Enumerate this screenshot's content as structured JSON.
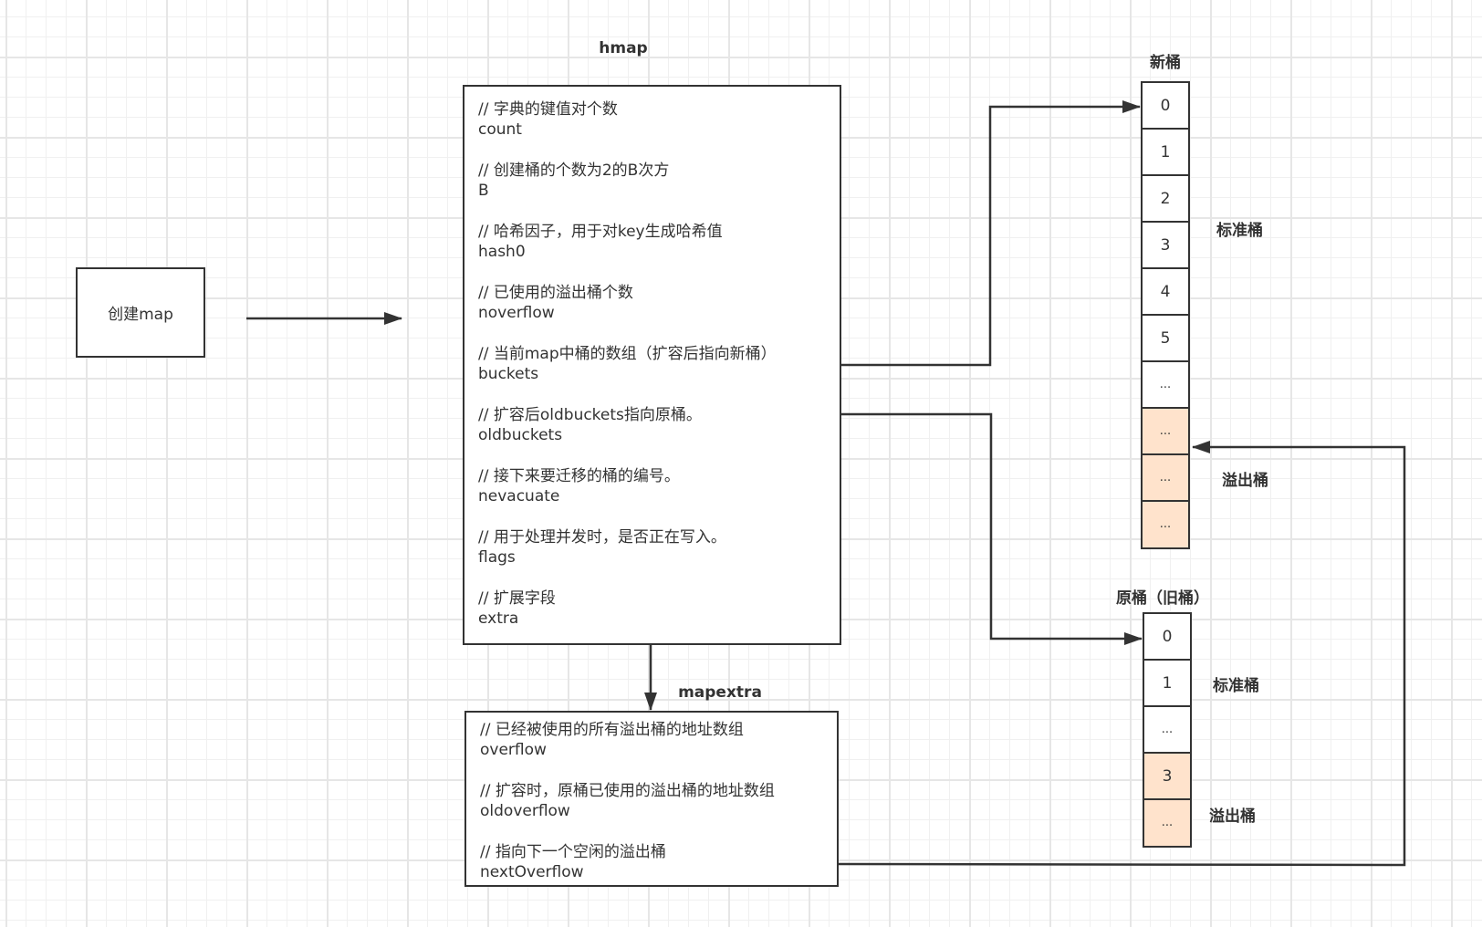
{
  "create_node": {
    "label": "创建map"
  },
  "hmap": {
    "title": "hmap",
    "fields": [
      {
        "comment": "// 字典的键值对个数",
        "name": "count"
      },
      {
        "comment": "// 创建桶的个数为2的B次方",
        "name": "B"
      },
      {
        "comment": "// 哈希因子，用于对key生成哈希值",
        "name": "hash0"
      },
      {
        "comment": "// 已使用的溢出桶个数",
        "name": "noverflow"
      },
      {
        "comment": "// 当前map中桶的数组（扩容后指向新桶）",
        "name": "buckets"
      },
      {
        "comment": "// 扩容后oldbuckets指向原桶。",
        "name": "oldbuckets"
      },
      {
        "comment": "// 接下来要迁移的桶的编号。",
        "name": "nevacuate"
      },
      {
        "comment": "// 用于处理并发时，是否正在写入。",
        "name": "flags"
      },
      {
        "comment": "// 扩展字段",
        "name": "extra"
      }
    ]
  },
  "mapextra": {
    "title": "mapextra",
    "fields": [
      {
        "comment": "// 已经被使用的所有溢出桶的地址数组",
        "name": "overflow"
      },
      {
        "comment": "// 扩容时，原桶已使用的溢出桶的地址数组",
        "name": "oldoverflow"
      },
      {
        "comment": "// 指向下一个空闲的溢出桶",
        "name": "nextOverflow"
      }
    ]
  },
  "new_buckets": {
    "title": "新桶",
    "standard_label": "标准桶",
    "overflow_label": "溢出桶",
    "cells": [
      {
        "label": "0",
        "type": "standard"
      },
      {
        "label": "1",
        "type": "standard"
      },
      {
        "label": "2",
        "type": "standard"
      },
      {
        "label": "3",
        "type": "standard"
      },
      {
        "label": "4",
        "type": "standard"
      },
      {
        "label": "5",
        "type": "standard"
      },
      {
        "label": "...",
        "type": "standard"
      },
      {
        "label": "...",
        "type": "overflow"
      },
      {
        "label": "...",
        "type": "overflow"
      },
      {
        "label": "...",
        "type": "overflow"
      }
    ]
  },
  "old_buckets": {
    "title": "原桶（旧桶）",
    "standard_label": "标准桶",
    "overflow_label": "溢出桶",
    "cells": [
      {
        "label": "0",
        "type": "standard"
      },
      {
        "label": "1",
        "type": "standard"
      },
      {
        "label": "...",
        "type": "standard"
      },
      {
        "label": "3",
        "type": "overflow"
      },
      {
        "label": "...",
        "type": "overflow"
      }
    ]
  },
  "colors": {
    "stroke": "#333333",
    "overflow_fill": "#ffe3cc",
    "grid_major": "#e6e6e6",
    "grid_minor": "#f0f0f0"
  }
}
